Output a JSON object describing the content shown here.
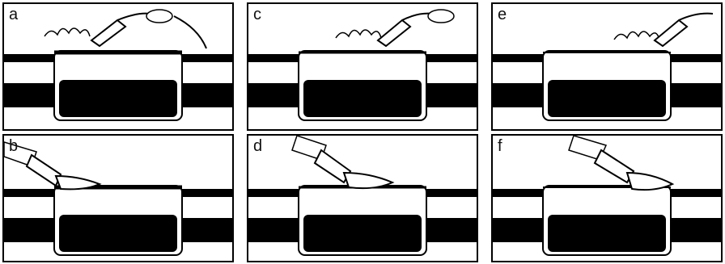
{
  "figure": {
    "colors": {
      "ink": "#000000",
      "paper": "#ffffff"
    },
    "panels": [
      {
        "id": "a",
        "label": "a",
        "tool": "torch",
        "heat_extent": 0.35
      },
      {
        "id": "b",
        "label": "b",
        "tool": "gloved-hand",
        "press_position": 0.3
      },
      {
        "id": "c",
        "label": "c",
        "tool": "torch",
        "heat_extent": 0.65
      },
      {
        "id": "d",
        "label": "d",
        "tool": "gloved-hand",
        "press_position": 0.55
      },
      {
        "id": "e",
        "label": "e",
        "tool": "torch",
        "heat_extent": 0.95
      },
      {
        "id": "f",
        "label": "f",
        "tool": "gloved-hand",
        "press_position": 0.85
      }
    ]
  }
}
